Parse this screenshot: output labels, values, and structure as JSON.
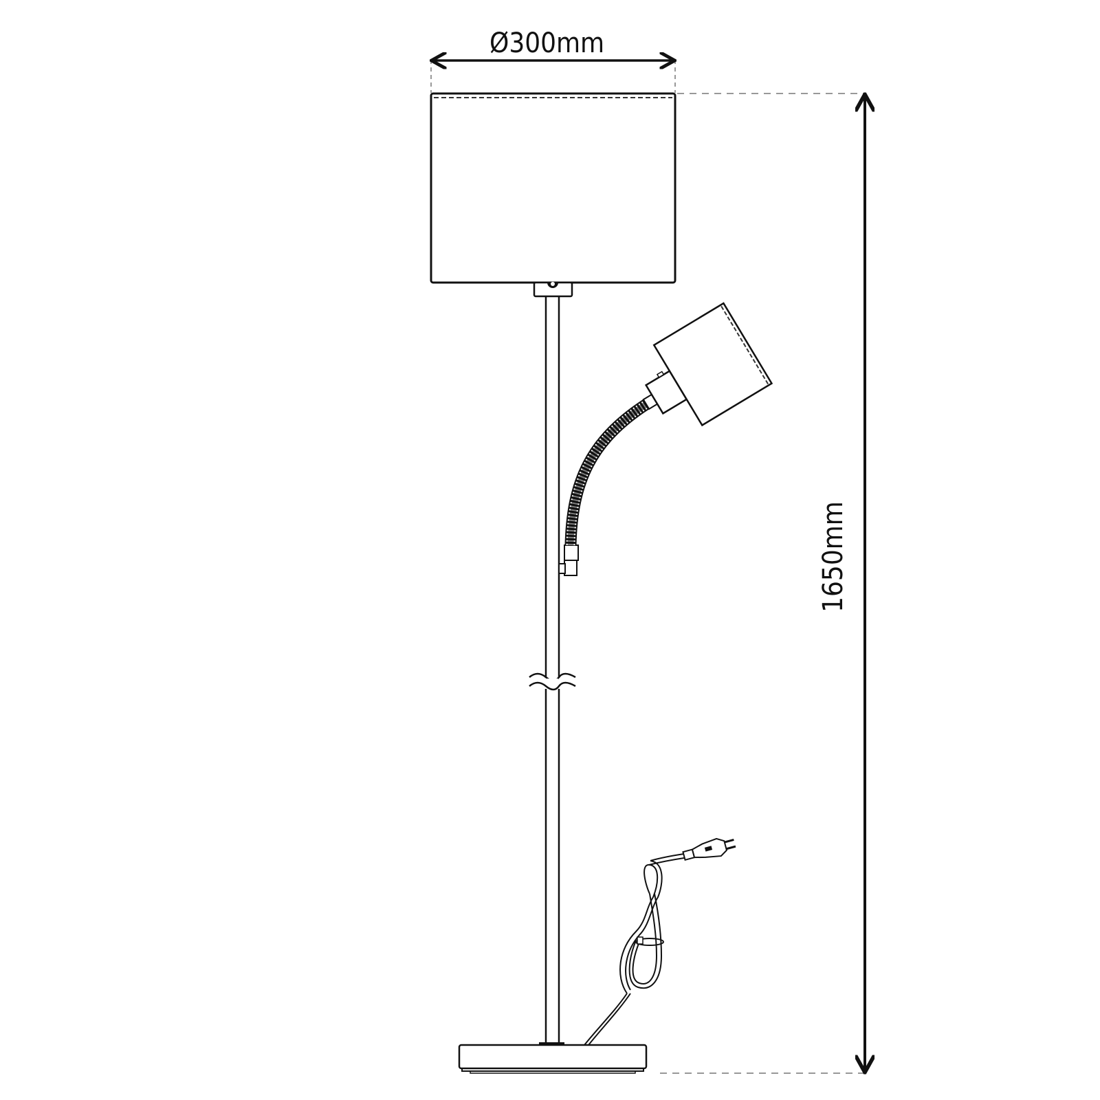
{
  "diagram": {
    "type": "technical-dimension-drawing",
    "subject": "floor lamp with reading arm",
    "dimensions": {
      "shade_diameter": {
        "label": "Ø300mm",
        "value": 300,
        "unit": "mm",
        "symbol": "Ø"
      },
      "total_height": {
        "label": "1650mm",
        "value": 1650,
        "unit": "mm"
      }
    },
    "components": [
      "lamp-shade",
      "shade-holder",
      "pole",
      "break-symbol",
      "reading-spotlight",
      "flexible-gooseneck-arm",
      "arm-mount",
      "power-cable",
      "cable-tie",
      "euro-plug",
      "base"
    ],
    "colors": {
      "line": "#111111",
      "dashed": "#555555",
      "background": "#ffffff"
    }
  }
}
